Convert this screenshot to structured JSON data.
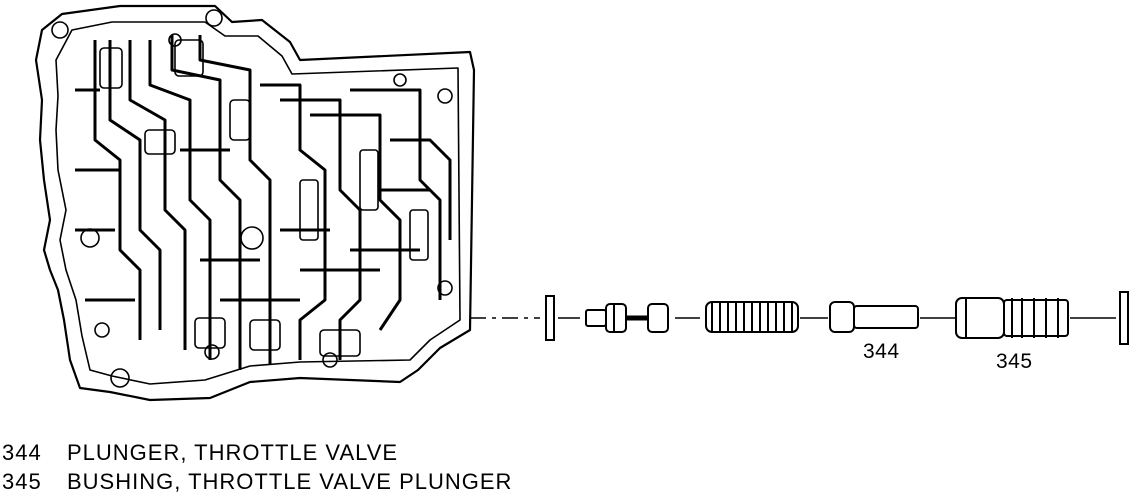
{
  "callouts": {
    "part_344": "344",
    "part_345": "345"
  },
  "legend": [
    {
      "number": "344",
      "description": "PLUNGER, THROTTLE VALVE"
    },
    {
      "number": "345",
      "description": "BUSHING, THROTTLE VALVE PLUNGER"
    }
  ],
  "colors": {
    "ink": "#000000",
    "paper": "#ffffff"
  }
}
